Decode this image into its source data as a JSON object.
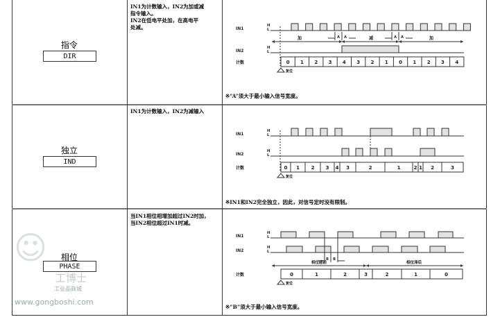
{
  "rows": [
    {
      "name": "指令",
      "code": "DIR",
      "desc": [
        "IN1为计数输入，IN2为加或减",
        "指令输入。",
        "IN2在低电平处加，在高电平",
        "处减。"
      ],
      "note": "※“A”须大于最小输入信号宽度。",
      "diagram": {
        "in1": "IN1",
        "in2": "IN2",
        "h": "H",
        "l": "L",
        "count_label": "计数",
        "reset": "复位",
        "counts": [
          "0",
          "1",
          "2",
          "3",
          "4",
          "3",
          "2",
          "1",
          "0",
          "1",
          "2",
          "3",
          "4"
        ],
        "dir_labels": [
          "加",
          "减",
          "加"
        ],
        "marker": "A"
      }
    },
    {
      "name": "独立",
      "code": "IND",
      "desc": [
        "IN1为计数输入，IN2为减输入"
      ],
      "note": "※IN1和IN2完全独立，因此，对信号定时没有限制。",
      "diagram": {
        "in1": "IN1",
        "in2": "IN2",
        "h": "H",
        "l": "L",
        "count_label": "计数",
        "reset": "复位",
        "counts": [
          "0",
          "1",
          "2",
          "3",
          "4",
          "3",
          "2",
          "1",
          "2",
          "1",
          "2",
          "3"
        ]
      }
    },
    {
      "name": "相位",
      "code": "PHASE",
      "desc": [
        "当IN1相位相增加超过IN2时加，",
        "当IN2相位超过IN1时减。"
      ],
      "note": "※“B”须大于最小输入信号宽度。",
      "diagram": {
        "in1": "IN1",
        "in2": "IN2",
        "h": "H",
        "l": "L",
        "count_label": "计数",
        "reset": "复位",
        "counts": [
          "0",
          "1",
          "2",
          "3",
          "2",
          "1",
          "0"
        ],
        "dir_labels": [
          "相位超前",
          "相位滞后"
        ],
        "marker": "B"
      }
    }
  ],
  "watermark": {
    "brand": "工博士",
    "sub": "工业品商城",
    "url": "www.gongboshi.com"
  },
  "colors": {
    "pulse_fill": "#e2e2e2",
    "line": "#333333"
  }
}
